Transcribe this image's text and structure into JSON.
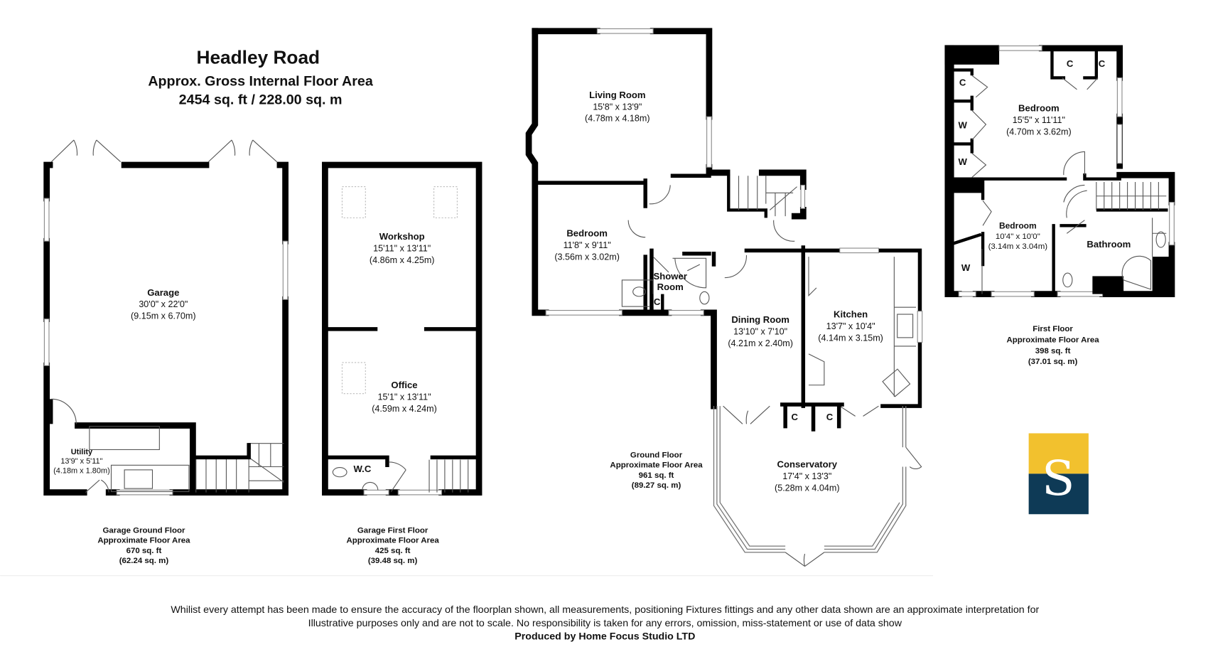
{
  "header": {
    "title": "Headley Road",
    "subtitle": "Approx. Gross Internal Floor Area",
    "total_area": "2454 sq. ft / 228.00 sq. m"
  },
  "garage_ground": {
    "rooms": [
      {
        "name": "Garage",
        "imperial": "30'0\" x 22'0\"",
        "metric": "(9.15m x 6.70m)"
      },
      {
        "name": "Utility",
        "imperial": "13'9\" x 5'11\"",
        "metric": "(4.18m x 1.80m)"
      }
    ],
    "summary": {
      "floor": "Garage Ground Floor",
      "label": "Approximate Floor Area",
      "sqft": "670 sq. ft",
      "sqm": "(62.24 sq. m)"
    }
  },
  "garage_first": {
    "rooms": [
      {
        "name": "Workshop",
        "imperial": "15'11\" x 13'11\"",
        "metric": "(4.86m x 4.25m)"
      },
      {
        "name": "Office",
        "imperial": "15'1\" x 13'11\"",
        "metric": "(4.59m x 4.24m)"
      },
      {
        "name": "W.C"
      }
    ],
    "summary": {
      "floor": "Garage First Floor",
      "label": "Approximate Floor Area",
      "sqft": "425 sq. ft",
      "sqm": "(39.48 sq. m)"
    }
  },
  "ground_floor": {
    "rooms": [
      {
        "name": "Living Room",
        "imperial": "15'8\" x 13'9\"",
        "metric": "(4.78m x 4.18m)"
      },
      {
        "name": "Bedroom",
        "imperial": "11'8\" x 9'11\"",
        "metric": "(3.56m x 3.02m)"
      },
      {
        "name": "Shower",
        "name2": "Room"
      },
      {
        "name": "Dining Room",
        "imperial": "13'10\" x 7'10\"",
        "metric": "(4.21m x 2.40m)"
      },
      {
        "name": "Kitchen",
        "imperial": "13'7\" x 10'4\"",
        "metric": "(4.14m x 3.15m)"
      },
      {
        "name": "Conservatory",
        "imperial": "17'4\" x 13'3\"",
        "metric": "(5.28m x 4.04m)"
      }
    ],
    "cupboard_label": "C",
    "summary": {
      "floor": "Ground Floor",
      "label": "Approximate Floor Area",
      "sqft": "961 sq. ft",
      "sqm": "(89.27 sq. m)"
    }
  },
  "first_floor": {
    "rooms": [
      {
        "name": "Bedroom",
        "imperial": "15'5\" x 11'11\"",
        "metric": "(4.70m x 3.62m)"
      },
      {
        "name": "Bedroom",
        "imperial": "10'4\" x 10'0\"",
        "metric": "(3.14m x 3.04m)"
      },
      {
        "name": "Bathroom"
      }
    ],
    "cupboard_label": "C",
    "wardrobe_label": "W",
    "summary": {
      "floor": "First Floor",
      "label": "Approximate Floor Area",
      "sqft": "398 sq. ft",
      "sqm": "(37.01 sq. m)"
    }
  },
  "logo": {
    "letter": "S",
    "colors": {
      "top": "#F2C12E",
      "bottom": "#0E3A56"
    }
  },
  "footer": {
    "line1": "Whilist every attempt has been made to ensure the accuracy of the floorplan shown, all measurements, positioning Fixtures fittings and any other data shown are an approximate interpretation for",
    "line2": "Illustrative purposes only  and are not to scale. No responsibility is taken for any errors, omission, miss-statement or use of data show",
    "credit": "Produced by Home Focus Studio LTD"
  }
}
